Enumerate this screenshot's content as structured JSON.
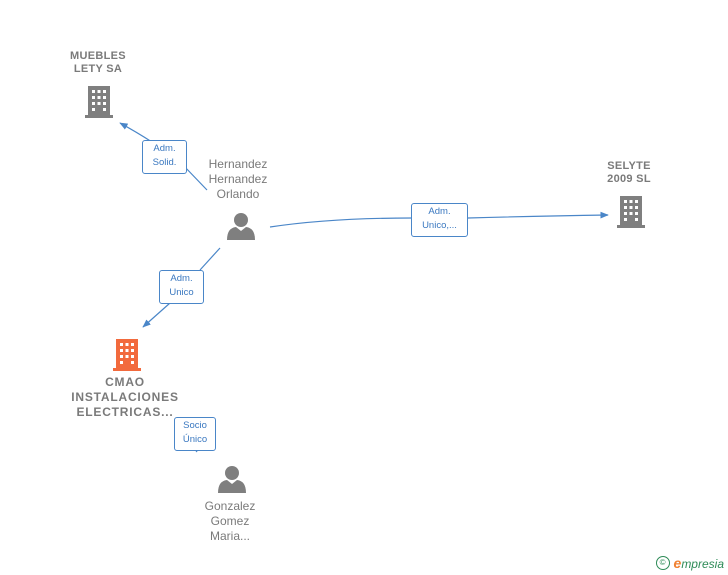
{
  "nodes": {
    "muebles": {
      "lines": [
        "MUEBLES",
        "LETY SA"
      ]
    },
    "selyte": {
      "lines": [
        "SELYTE",
        "2009 SL"
      ]
    },
    "hernandez": {
      "lines": [
        "Hernandez",
        "Hernandez",
        "Orlando"
      ]
    },
    "cmao": {
      "lines": [
        "CMAO",
        "INSTALACIONES",
        "ELECTRICAS..."
      ]
    },
    "gonzalez": {
      "lines": [
        "Gonzalez",
        "Gomez",
        "Maria..."
      ]
    }
  },
  "edges": {
    "adm_solid": {
      "lines": [
        "Adm.",
        "Solid."
      ]
    },
    "adm_unico_selyte": {
      "lines": [
        "Adm.",
        "Unico,..."
      ]
    },
    "adm_unico_cmao": {
      "lines": [
        "Adm.",
        "Unico"
      ]
    },
    "socio_unico": {
      "lines": [
        "Socio",
        "Único"
      ]
    }
  },
  "colors": {
    "company": "#7f7f7f",
    "company_main": "#f26a3d",
    "person": "#7f7f7f",
    "edge": "#4a86c8"
  },
  "footer": {
    "copyright": "©",
    "brand_first": "e",
    "brand_rest": "mpresia"
  }
}
